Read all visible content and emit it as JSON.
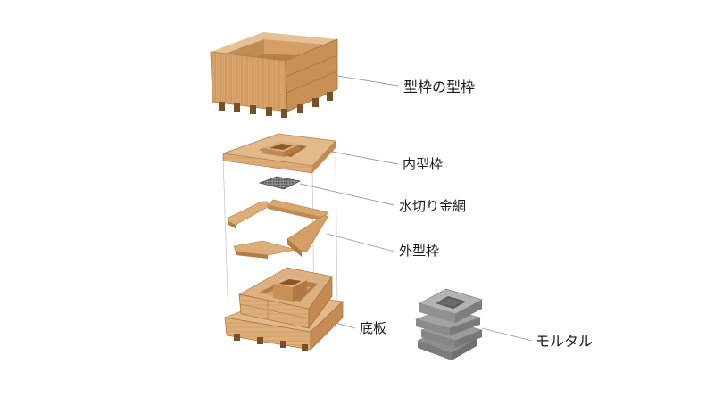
{
  "labels": {
    "mold_of_mold": "型枠の型枠",
    "inner_mold": "内型枠",
    "drain_mesh": "水切り金網",
    "outer_mold": "外型枠",
    "base_board": "底板",
    "mortar": "モルタル"
  },
  "colors": {
    "wood_top": "#e2b98a",
    "wood_side": "#cf9a62",
    "wood_dark": "#b47c45",
    "wood_grain": "#a86e3a",
    "mesh": "#6e6e6e",
    "mortar_top": "#a9a9a9",
    "mortar_side": "#8c8c8c",
    "leader": "#9a9a9a"
  },
  "icons": [
    "mold-box-icon",
    "inner-mold-icon",
    "mesh-icon",
    "outer-mold-icon",
    "base-assembly-icon",
    "mortar-block-icon"
  ]
}
